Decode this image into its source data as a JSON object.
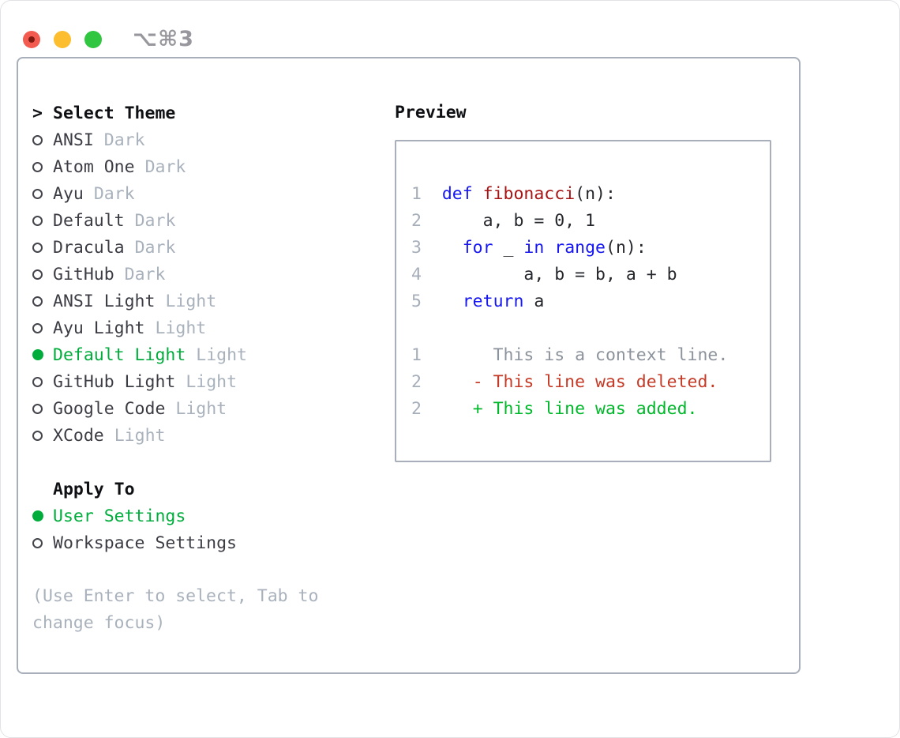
{
  "window": {
    "title": "⌥⌘3",
    "traffic_lights": {
      "close": "#f45b50",
      "close_dot": "#801a10",
      "minimize": "#fcbd2f",
      "zoom": "#31c63f"
    }
  },
  "colors": {
    "accent_green": "#00ad3c",
    "keyword_blue": "#1616f2",
    "function_red": "#a81414",
    "deleted_red": "#c43a26",
    "added_green": "#00b82a",
    "muted_gray": "#a9b2bc",
    "border_gray": "#a8afba"
  },
  "theme_list": {
    "prompt": ">",
    "header": "Select Theme",
    "items": [
      {
        "name": "ANSI",
        "tag": "Dark",
        "selected": false
      },
      {
        "name": "Atom One",
        "tag": "Dark",
        "selected": false
      },
      {
        "name": "Ayu",
        "tag": "Dark",
        "selected": false
      },
      {
        "name": "Default",
        "tag": "Dark",
        "selected": false
      },
      {
        "name": "Dracula",
        "tag": "Dark",
        "selected": false
      },
      {
        "name": "GitHub",
        "tag": "Dark",
        "selected": false
      },
      {
        "name": "ANSI Light",
        "tag": "Light",
        "selected": false
      },
      {
        "name": "Ayu Light",
        "tag": "Light",
        "selected": false
      },
      {
        "name": "Default Light",
        "tag": "Light",
        "selected": true
      },
      {
        "name": "GitHub Light",
        "tag": "Light",
        "selected": false
      },
      {
        "name": "Google Code",
        "tag": "Light",
        "selected": false
      },
      {
        "name": "XCode",
        "tag": "Light",
        "selected": false
      }
    ]
  },
  "apply_to": {
    "header": "Apply To",
    "items": [
      {
        "label": "User Settings",
        "selected": true
      },
      {
        "label": "Workspace Settings",
        "selected": false
      }
    ]
  },
  "help": {
    "line1": "(Use Enter to select, Tab to",
    "line2": "change focus)"
  },
  "preview": {
    "header": "Preview",
    "lines": [
      {
        "segs": [
          [
            "n",
            "1"
          ],
          [
            "pl",
            "  "
          ],
          [
            "kw",
            "def"
          ],
          [
            "pl",
            " "
          ],
          [
            "fn",
            "fibonacci"
          ],
          [
            "pl",
            "(n):"
          ]
        ]
      },
      {
        "segs": [
          [
            "n",
            "2"
          ],
          [
            "pl",
            "      a, b = 0, 1"
          ]
        ]
      },
      {
        "segs": [
          [
            "n",
            "3"
          ],
          [
            "pl",
            "    "
          ],
          [
            "kw",
            "for"
          ],
          [
            "pl",
            " _ "
          ],
          [
            "kw",
            "in"
          ],
          [
            "pl",
            " "
          ],
          [
            "kw",
            "range"
          ],
          [
            "pl",
            "(n):"
          ]
        ]
      },
      {
        "segs": [
          [
            "n",
            "4"
          ],
          [
            "pl",
            "          a, b = b, a + b"
          ]
        ]
      },
      {
        "segs": [
          [
            "n",
            "5"
          ],
          [
            "pl",
            "    "
          ],
          [
            "kw",
            "return"
          ],
          [
            "pl",
            " a"
          ]
        ]
      },
      {
        "segs": []
      },
      {
        "segs": [
          [
            "n",
            "1"
          ],
          [
            "ctx",
            "       This is a context line."
          ]
        ]
      },
      {
        "segs": [
          [
            "n",
            "2"
          ],
          [
            "pl",
            "     "
          ],
          [
            "del",
            "- This line was deleted."
          ]
        ]
      },
      {
        "segs": [
          [
            "n",
            "2"
          ],
          [
            "pl",
            "     "
          ],
          [
            "add",
            "+ This line was added."
          ]
        ]
      }
    ]
  }
}
